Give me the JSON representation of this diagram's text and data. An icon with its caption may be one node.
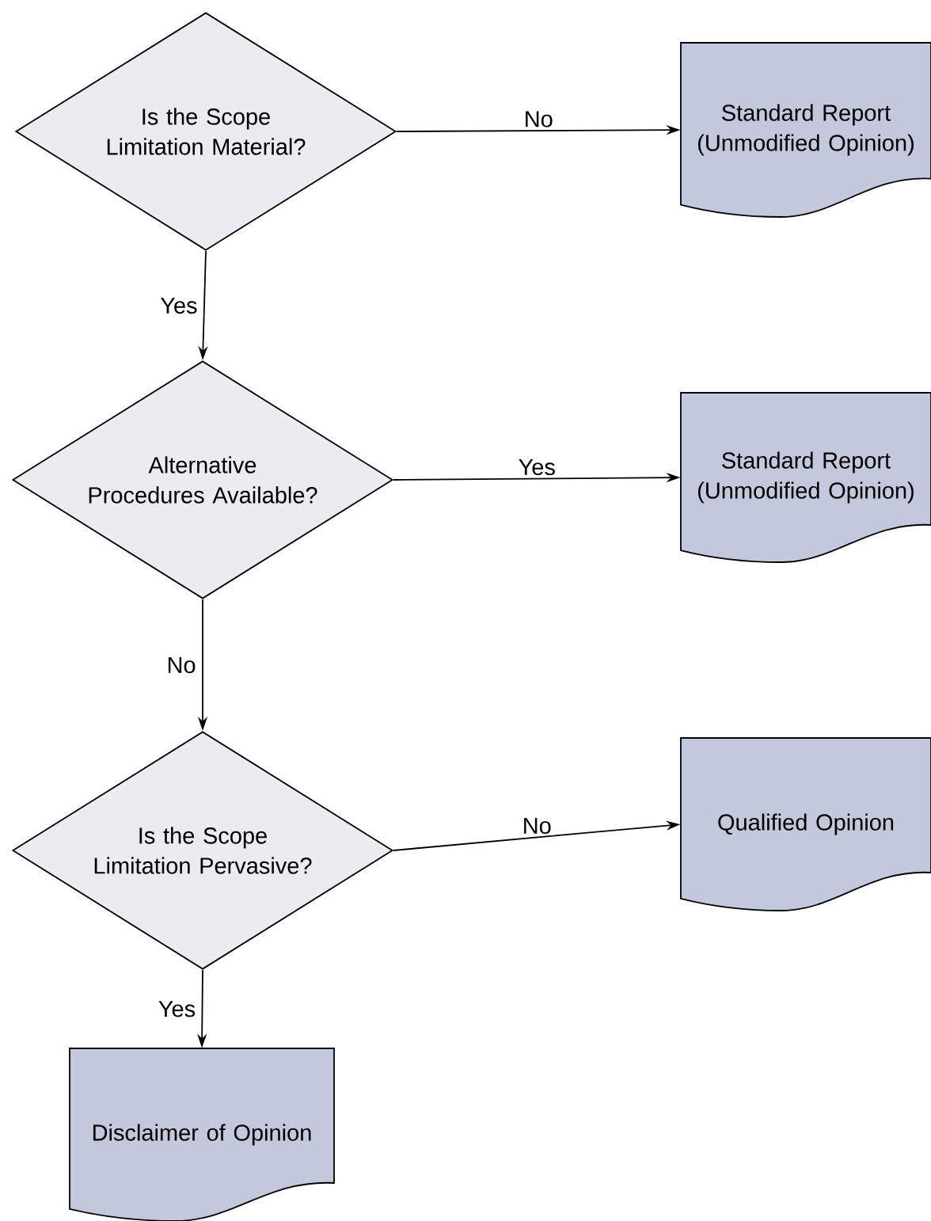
{
  "diagram": {
    "nodes": [
      {
        "text": [
          "Is the Scope Limitation Material?"
        ]
      },
      {
        "text": [
          "Standard Report (Unmodified Opinion)"
        ]
      },
      {
        "text": [
          "Alternative Procedures Available?"
        ]
      },
      {
        "text": [
          "Standard Report (Unmodified Opinion)"
        ]
      },
      {
        "text": [
          "Is the Scope Limitation Pervasive?"
        ]
      },
      {
        "text": [
          "Qualified Opinion"
        ]
      },
      {
        "text": [
          "Disclaimer of Opinion"
        ]
      }
    ],
    "edges": [
      {
        "from": 0,
        "to": 1,
        "arrow": "to",
        "label": "No"
      },
      {
        "from": 0,
        "to": 2,
        "arrow": "to",
        "label": "Yes"
      },
      {
        "from": 2,
        "to": 3,
        "arrow": "to",
        "label": "Yes"
      },
      {
        "from": 2,
        "to": 4,
        "arrow": "to",
        "label": "No"
      },
      {
        "from": 4,
        "to": 5,
        "arrow": "to",
        "label": "No"
      },
      {
        "from": 4,
        "to": 6,
        "arrow": "to",
        "label": "Yes"
      }
    ]
  }
}
